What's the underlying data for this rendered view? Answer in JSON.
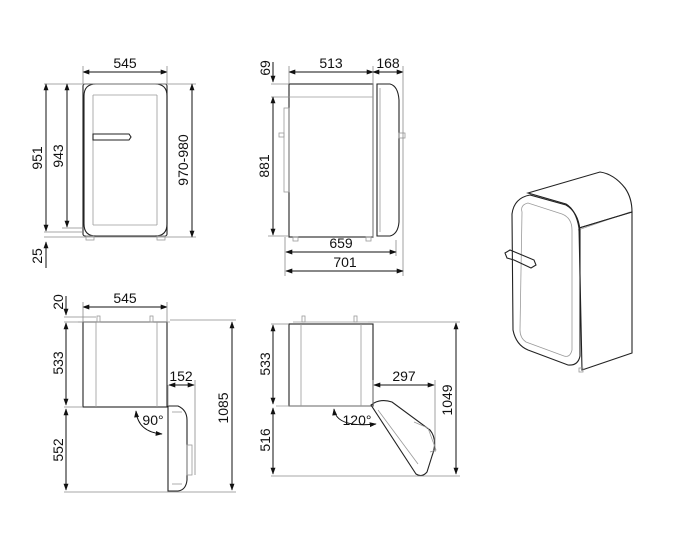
{
  "diagram": {
    "subject": "Compact refrigerator dimension drawing",
    "units": "mm",
    "front_view": {
      "width": "545",
      "height_body": "951",
      "height_door": "943",
      "height_total_with_feet": "970-980",
      "feet": "25"
    },
    "side_view": {
      "top_offset": "69",
      "depth_body": "513",
      "door_depth": "168",
      "height": "881",
      "depth_with_door": "659",
      "depth_total": "701"
    },
    "top_view_90": {
      "clearance": "20",
      "width": "545",
      "depth": "533",
      "door_projection": "152",
      "door_swing_depth": "552",
      "total_depth": "1085",
      "angle": "90°"
    },
    "top_view_120": {
      "depth": "533",
      "door_projection": "297",
      "door_swing_depth": "516",
      "total_depth": "1049",
      "angle": "120°"
    },
    "colors": {
      "line": "#222222",
      "thin_line": "#9a9a9a",
      "background": "#ffffff"
    }
  }
}
